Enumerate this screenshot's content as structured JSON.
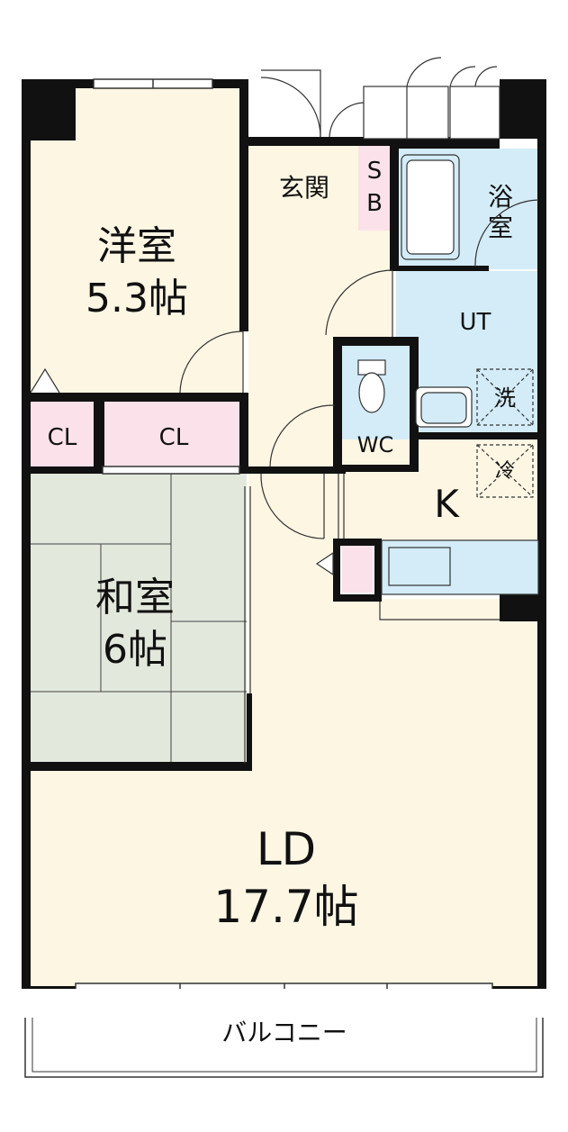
{
  "floor_plan": {
    "rooms": {
      "western_room": {
        "name": "洋室",
        "size": "5.3帖"
      },
      "japanese_room": {
        "name": "和室",
        "size": "6帖"
      },
      "living_dining": {
        "name": "LD",
        "size": "17.7帖"
      },
      "kitchen": {
        "name": "K"
      },
      "entrance": {
        "name": "玄関"
      },
      "shoe_box": {
        "line1": "S",
        "line2": "B"
      },
      "bathroom": {
        "line1": "浴",
        "line2": "室"
      },
      "utility": {
        "name": "UT"
      },
      "toilet": {
        "name": "WC"
      },
      "closet_left": {
        "name": "CL"
      },
      "closet_right": {
        "name": "CL"
      },
      "balcony": {
        "name": "バルコニー"
      }
    },
    "fixtures": {
      "washer": "洗",
      "fridge": "冷"
    },
    "colors": {
      "floor": "#fdf6e3",
      "tatami": "#e2e8dc",
      "wet_area": "#d3ecf8",
      "closet": "#fbe1ea",
      "wall": "#111111"
    }
  }
}
